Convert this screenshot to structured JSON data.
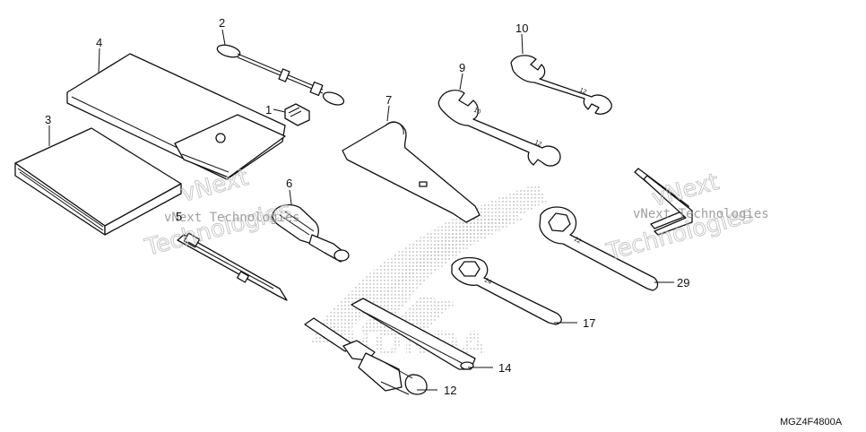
{
  "diagram": {
    "callouts": [
      "1",
      "2",
      "3",
      "4",
      "5",
      "6",
      "7",
      "9",
      "10",
      "12",
      "14",
      "17",
      "29"
    ],
    "watermark_left_small": "vNext Technologies",
    "watermark_left_big_1": "vNext",
    "watermark_left_big_2": "Technologies",
    "watermark_right_small": "vNext Technologies",
    "watermark_right_big_1": "vNext",
    "watermark_right_big_2": "Technologies",
    "background_logo_text": "HONDA",
    "diagram_code": "MGZ4F4800A"
  }
}
